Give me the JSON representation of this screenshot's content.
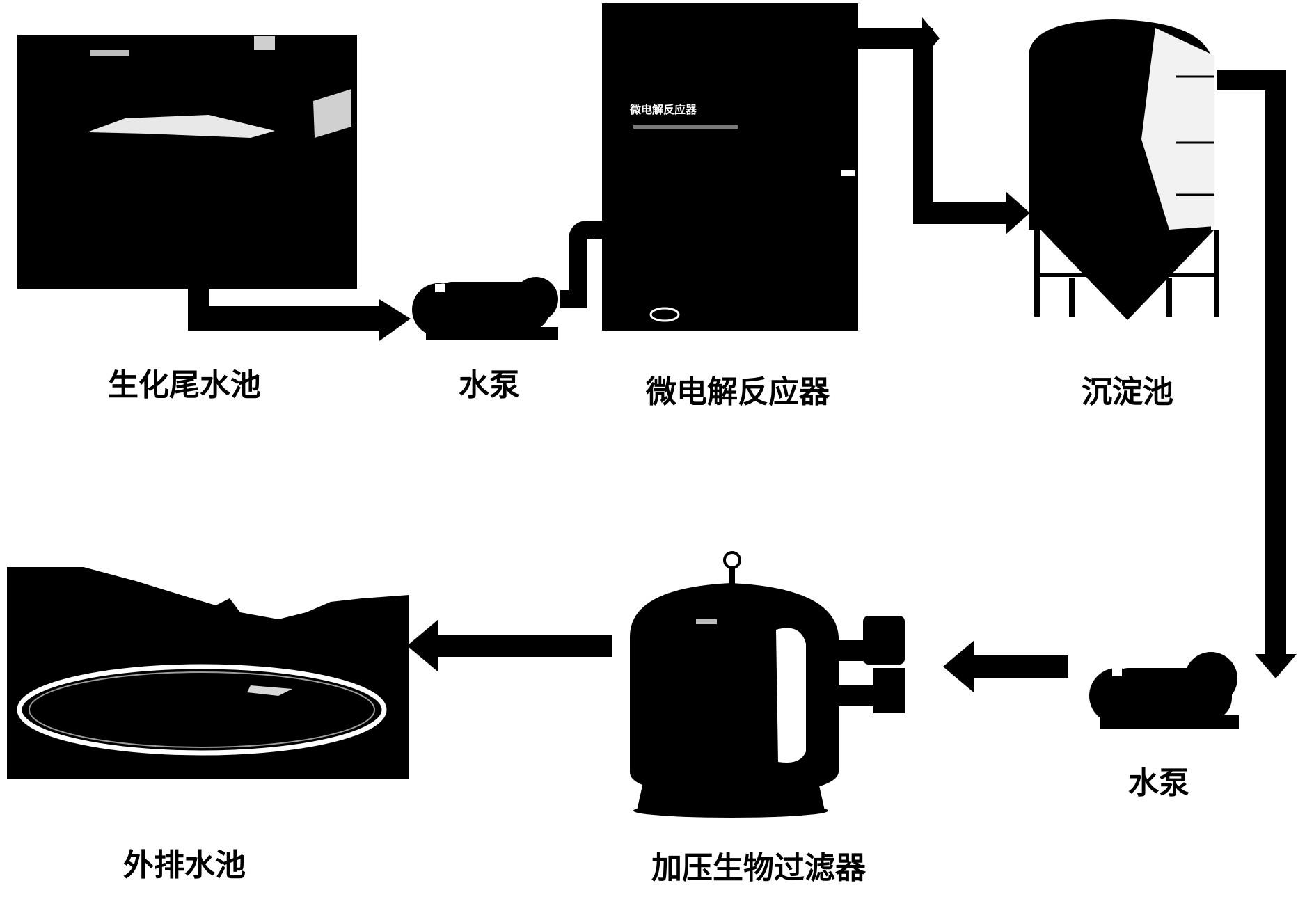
{
  "nodes": {
    "tail_water_pool": {
      "label": "生化尾水池"
    },
    "pump_1": {
      "label": "水泵"
    },
    "micro_electrolysis_reactor": {
      "label": "微电解反应器",
      "panel_text": "微电解反应器"
    },
    "sedimentation_tank": {
      "label": "沉淀池"
    },
    "pump_2": {
      "label": "水泵"
    },
    "pressure_bio_filter": {
      "label": "加压生物过滤器"
    },
    "discharge_pool": {
      "label": "外排水池"
    }
  },
  "flow": [
    "tail_water_pool",
    "pump_1",
    "micro_electrolysis_reactor",
    "sedimentation_tank",
    "pump_2",
    "pressure_bio_filter",
    "discharge_pool"
  ]
}
